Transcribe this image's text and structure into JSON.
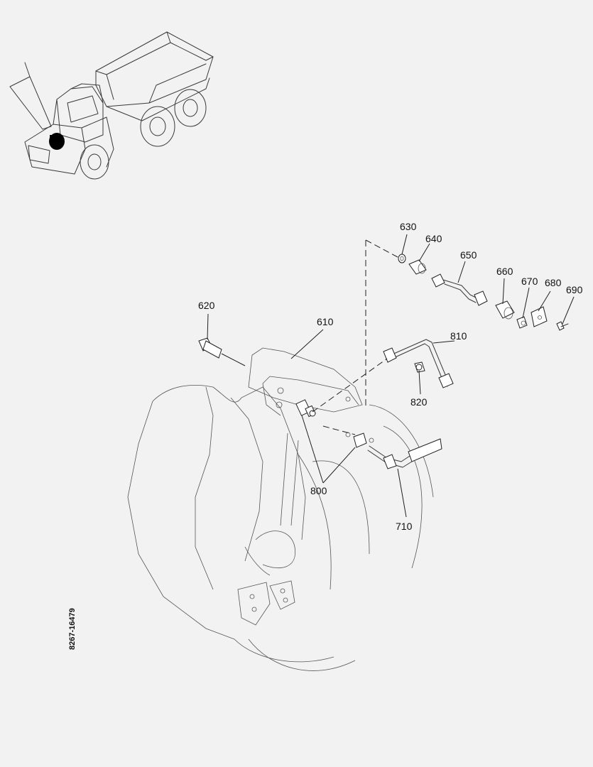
{
  "drawing_number": "8267-16479",
  "locator": {
    "highlight_color": "#000000"
  },
  "callouts": [
    {
      "id": "630",
      "text": "630"
    },
    {
      "id": "640",
      "text": "640"
    },
    {
      "id": "650",
      "text": "650"
    },
    {
      "id": "660",
      "text": "660"
    },
    {
      "id": "670",
      "text": "670"
    },
    {
      "id": "680",
      "text": "680"
    },
    {
      "id": "690",
      "text": "690"
    },
    {
      "id": "620",
      "text": "620"
    },
    {
      "id": "610",
      "text": "610"
    },
    {
      "id": "810",
      "text": "810"
    },
    {
      "id": "820",
      "text": "820"
    },
    {
      "id": "800",
      "text": "800"
    },
    {
      "id": "710",
      "text": "710"
    }
  ],
  "colors": {
    "background": "#f2f2f2",
    "line": "#3a3a3a"
  }
}
